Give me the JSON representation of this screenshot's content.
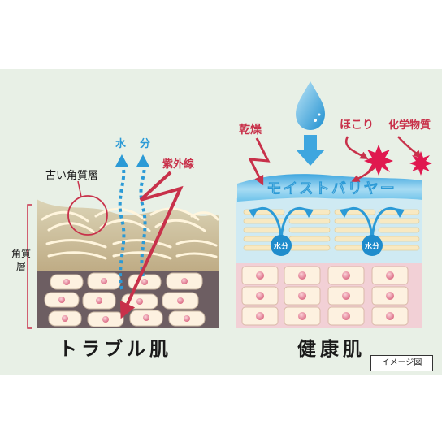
{
  "left_panel": {
    "title": "トラブル肌",
    "label_water": "水",
    "label_fraction": "分",
    "label_uv": "紫外線",
    "label_old_stratum": "古い角質層",
    "label_stratum_line1": "角質",
    "label_stratum_line2": "層"
  },
  "right_panel": {
    "title": "健康肌",
    "label_dryness": "乾燥",
    "label_dust": "ほこり",
    "label_chemicals": "化学物質",
    "barrier_label": "モイストバリヤー",
    "moisture_label_1": "水分",
    "moisture_label_2": "水分"
  },
  "badge": "イメージ図",
  "colors": {
    "background": "#e8f0e6",
    "arrow_red": "#c8314a",
    "water_blue": "#2b9ad6",
    "barrier_blue": "#8fd1ef",
    "healthy_cell_bg": "#f2d0d6",
    "cell_fill": "#fdf1e0",
    "nucleus": "#e7879c",
    "dead_cell": "#6d5e62"
  }
}
